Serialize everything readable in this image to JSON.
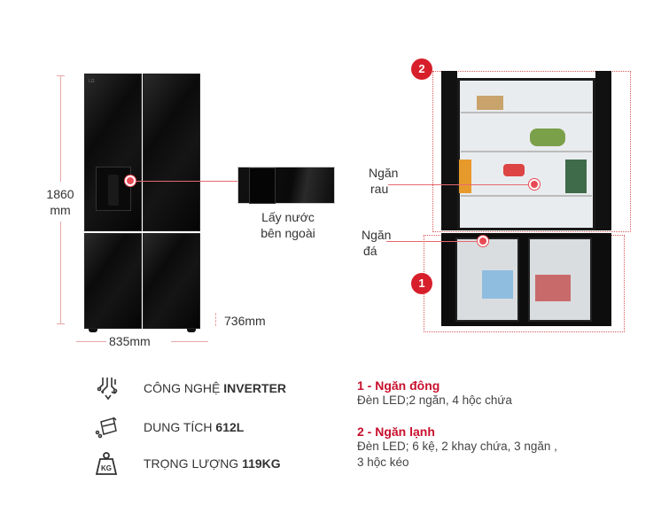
{
  "dimensions": {
    "height": "1860",
    "height_unit": "mm",
    "width": "835mm",
    "depth": "736mm"
  },
  "callouts": {
    "dispenser": [
      "Lấy nước",
      "bên ngoài"
    ],
    "crisper": [
      "Ngăn",
      "rau"
    ],
    "ice": [
      "Ngăn",
      "đá"
    ]
  },
  "badges": [
    "1",
    "2"
  ],
  "brand_logo": "LG",
  "features": [
    {
      "icon": "inverter-chip-icon",
      "label": "CÔNG NGHỆ ",
      "value": "INVERTER"
    },
    {
      "icon": "capacity-icon",
      "label": "DUNG TÍCH ",
      "value": "612L"
    },
    {
      "icon": "weight-kg-icon",
      "label": "TRỌNG LƯỢNG ",
      "value": "119KG",
      "icon_text": "KG"
    }
  ],
  "compartments": [
    {
      "title": "1 - Ngăn đông",
      "desc": [
        "Đèn LED;2 ngăn, 4 hộc chứa"
      ]
    },
    {
      "title": "2 - Ngăn lạnh",
      "desc": [
        "Đèn LED; 6 kệ, 2 khay chứa, 3 ngăn ,",
        "3 hộc kéo"
      ]
    }
  ],
  "colors": {
    "accent": "#c8102e",
    "dimension": "#e8a8a8"
  }
}
